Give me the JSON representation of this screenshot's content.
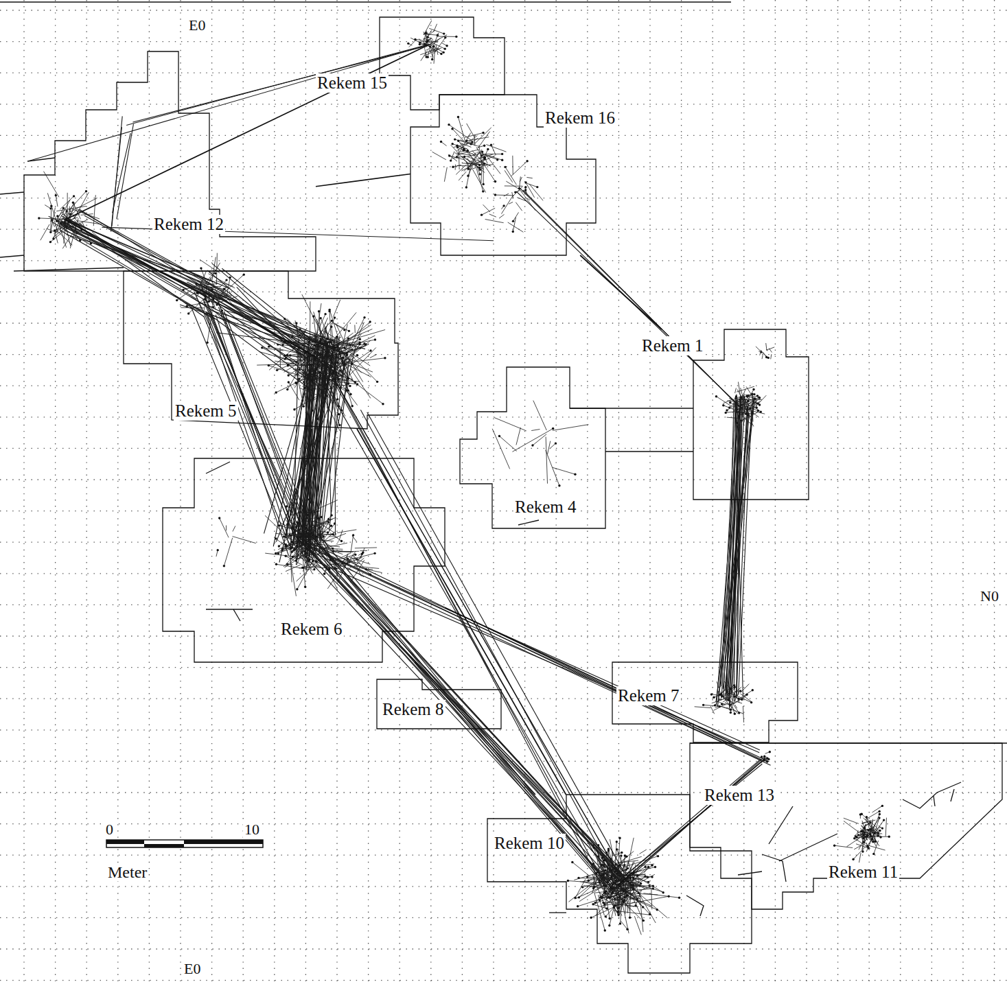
{
  "diagram": {
    "nodes": [
      {
        "text": [
          "Rekem 15"
        ]
      },
      {
        "text": [
          "Rekem 16"
        ]
      },
      {
        "text": [
          "Rekem 12"
        ]
      },
      {
        "text": [
          "Rekem 5"
        ]
      },
      {
        "text": [
          "Rekem 1"
        ]
      },
      {
        "text": [
          "Rekem 4"
        ]
      },
      {
        "text": [
          "Rekem 6"
        ]
      },
      {
        "text": [
          "Rekem 7"
        ]
      },
      {
        "text": [
          "Rekem 8"
        ]
      },
      {
        "text": [
          "Rekem 13"
        ]
      },
      {
        "text": [
          "Rekem 10"
        ]
      }
    ],
    "edges": [
      {
        "from": 0,
        "to": 2,
        "arrow": "none"
      },
      {
        "from": 1,
        "to": 2,
        "arrow": "none"
      },
      {
        "from": 1,
        "to": 4,
        "arrow": "none"
      },
      {
        "from": 2,
        "to": 3,
        "arrow": "none"
      },
      {
        "from": 3,
        "to": 6,
        "arrow": "none"
      },
      {
        "from": 3,
        "to": 10,
        "arrow": "none"
      },
      {
        "from": 6,
        "to": 9,
        "arrow": "none"
      },
      {
        "from": 6,
        "to": 10,
        "arrow": "none"
      },
      {
        "from": 4,
        "to": 7,
        "arrow": "none"
      },
      {
        "from": 9,
        "to": 10,
        "arrow": "none"
      }
    ],
    "labels": [
      "E0",
      "Rekem 11",
      "N0",
      "0",
      "10",
      "Meter",
      "E0"
    ]
  }
}
